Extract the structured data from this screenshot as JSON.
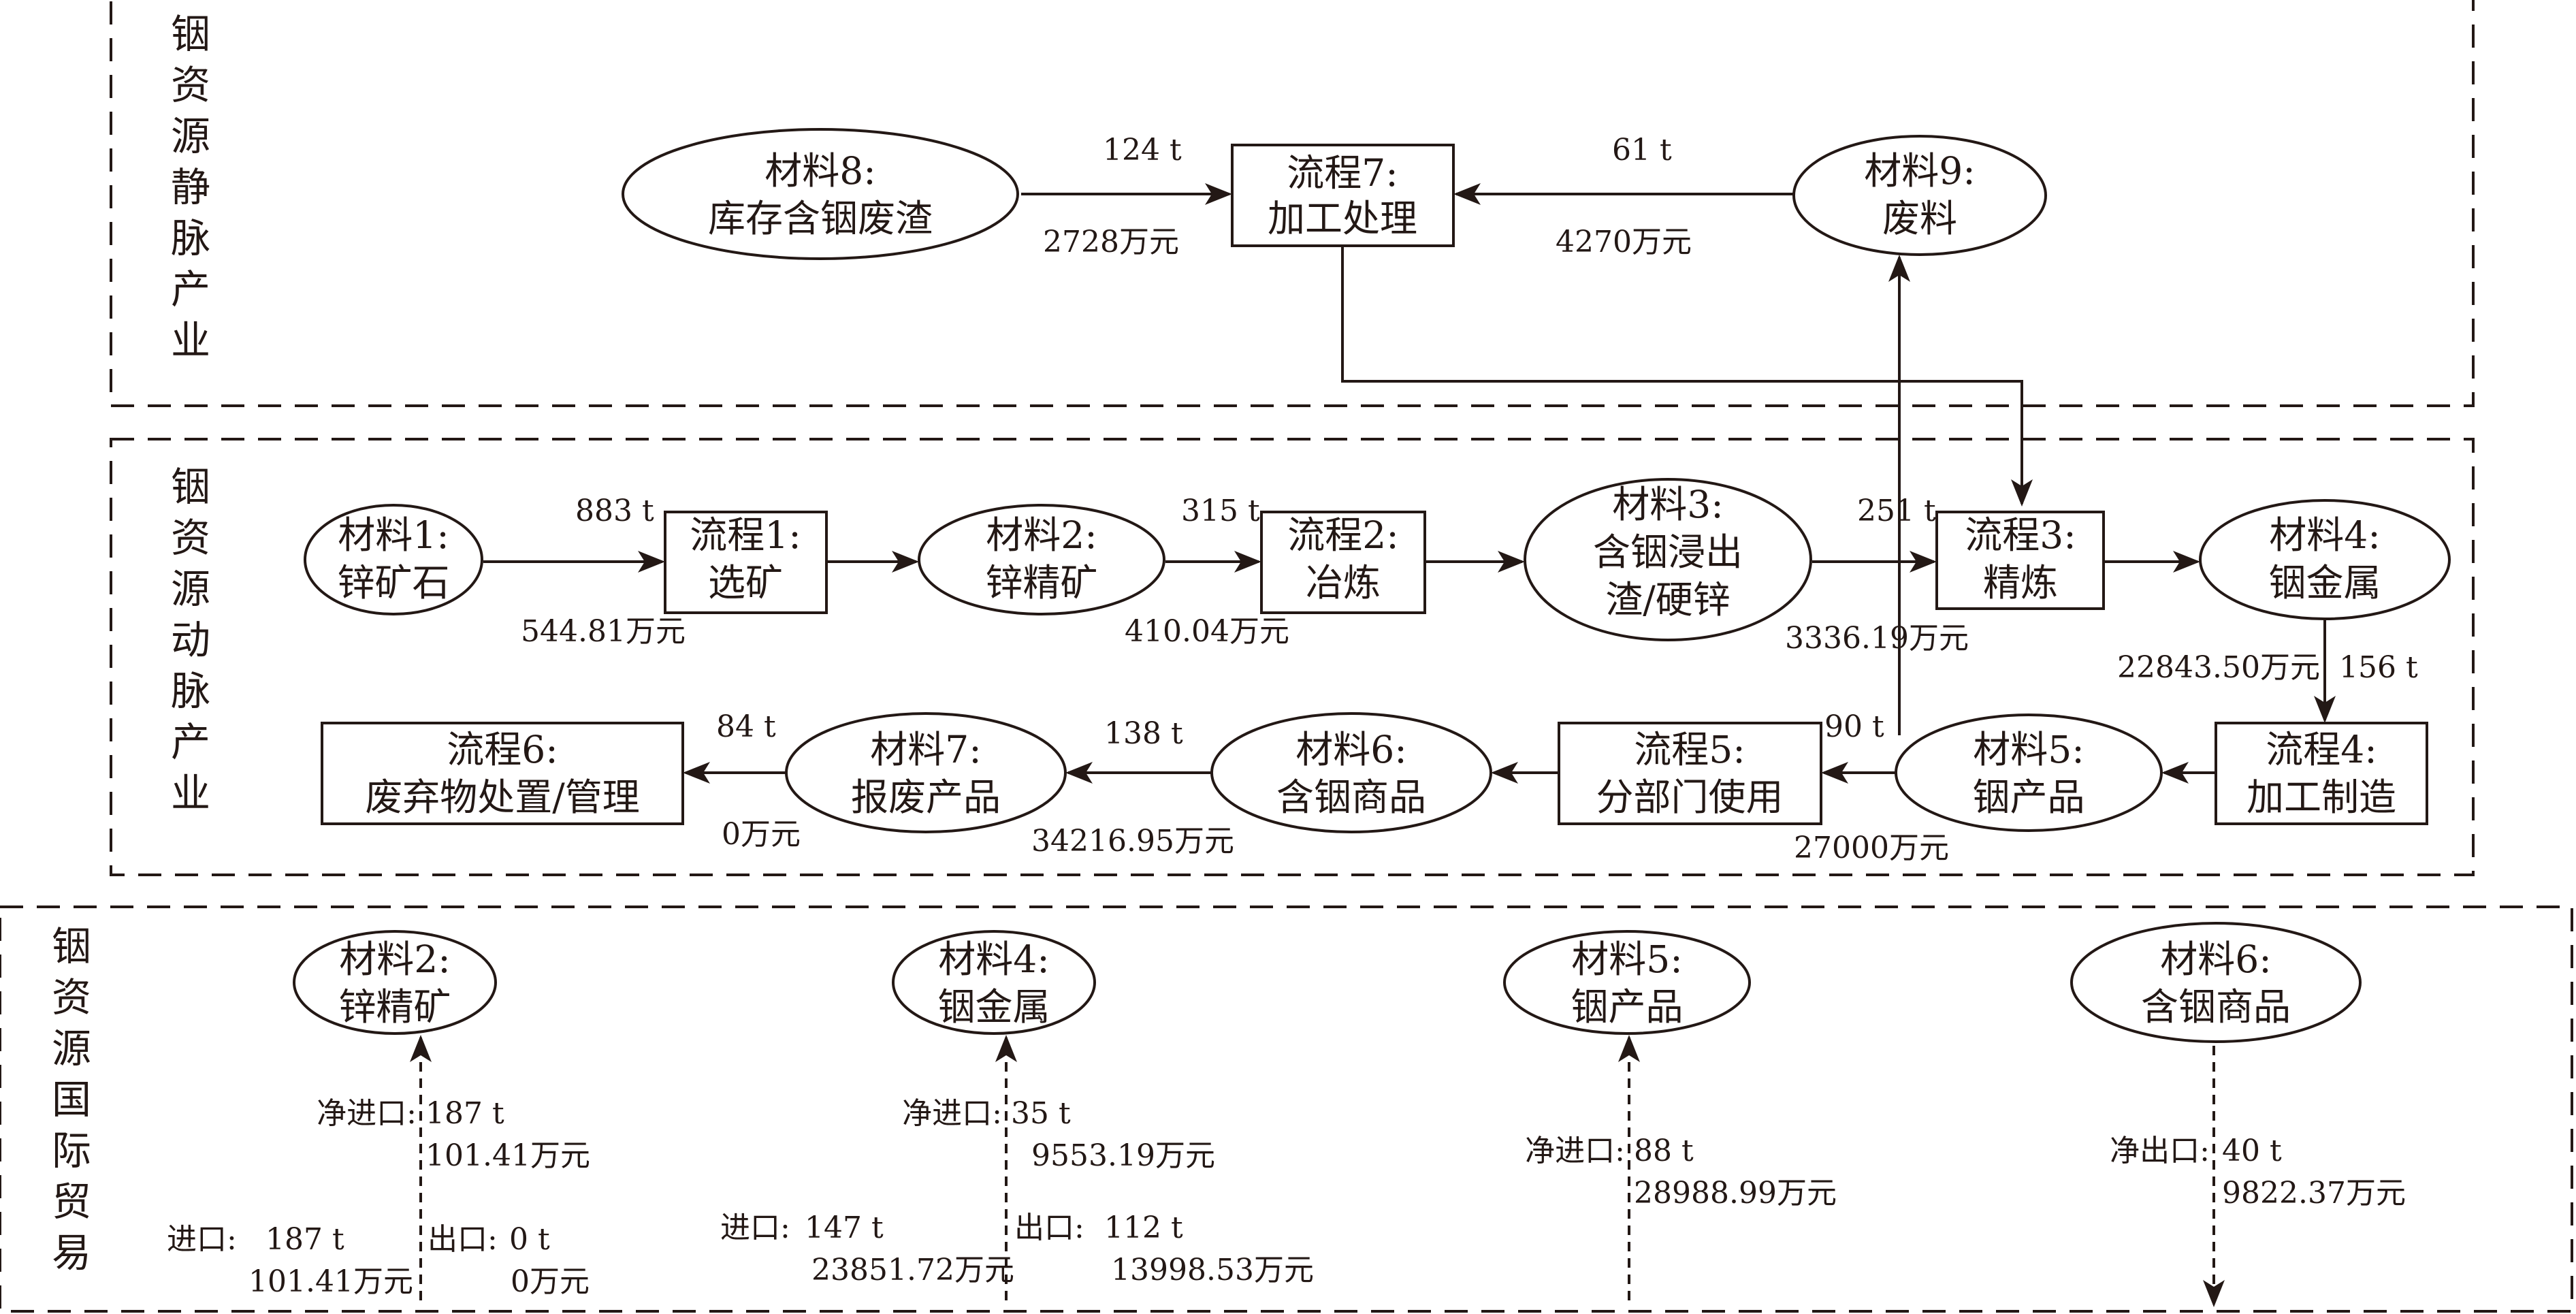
{
  "sections": {
    "static": {
      "label": "铟资源静脉产业"
    },
    "dynamic": {
      "label": "铟资源动脉产业"
    },
    "trade": {
      "label": "铟资源国际贸易"
    }
  },
  "nodes": {
    "m8": {
      "line1": "材料8:",
      "line2": "库存含铟废渣"
    },
    "p7": {
      "line1": "流程7:",
      "line2": "加工处理"
    },
    "m9": {
      "line1": "材料9:",
      "line2": "废料"
    },
    "m1": {
      "line1": "材料1:",
      "line2": "锌矿石"
    },
    "p1": {
      "line1": "流程1:",
      "line2": "选矿"
    },
    "m2": {
      "line1": "材料2:",
      "line2": "锌精矿"
    },
    "p2": {
      "line1": "流程2:",
      "line2": "冶炼"
    },
    "m3": {
      "line1": "材料3:",
      "line2": "含铟浸出",
      "line3": "渣/硬锌"
    },
    "p3": {
      "line1": "流程3:",
      "line2": "精炼"
    },
    "m4": {
      "line1": "材料4:",
      "line2": "铟金属"
    },
    "p4": {
      "line1": "流程4:",
      "line2": "加工制造"
    },
    "m5": {
      "line1": "材料5:",
      "line2": "铟产品"
    },
    "p5": {
      "line1": "流程5:",
      "line2": "分部门使用"
    },
    "m6": {
      "line1": "材料6:",
      "line2": "含铟商品"
    },
    "m7": {
      "line1": "材料7:",
      "line2": "报废产品"
    },
    "p6": {
      "line1": "流程6:",
      "line2": "废弃物处置/管理"
    },
    "t2": {
      "line1": "材料2:",
      "line2": "锌精矿"
    },
    "t4": {
      "line1": "材料4:",
      "line2": "铟金属"
    },
    "t5": {
      "line1": "材料5:",
      "line2": "铟产品"
    },
    "t6": {
      "line1": "材料6:",
      "line2": "含铟商品"
    }
  },
  "flows": {
    "m8_p7": {
      "mass": "124 t",
      "value": "2728万元"
    },
    "m9_p7": {
      "mass": "61 t",
      "value": "4270万元"
    },
    "m1_p1": {
      "mass": "883 t",
      "value": "544.81万元"
    },
    "m2_p2": {
      "mass": "315 t",
      "value": "410.04万元"
    },
    "m3_p3": {
      "mass": "251 t",
      "value": "3336.19万元"
    },
    "m4_p4": {
      "mass": "156 t",
      "value": "22843.50万元"
    },
    "m5_p5": {
      "mass": "90 t",
      "value": "27000万元"
    },
    "m6_m7": {
      "mass": "138 t",
      "value": "34216.95万元"
    },
    "m7_p6": {
      "mass": "84 t",
      "value": "0万元"
    }
  },
  "trade": {
    "t2": {
      "net_label": "净进口:",
      "net_mass": "187 t",
      "net_value": "101.41万元",
      "import_label": "进口:",
      "import_mass": "187 t",
      "import_value": "101.41万元",
      "export_label": "出口:",
      "export_mass": "0 t",
      "export_value": "0万元"
    },
    "t4": {
      "net_label": "净进口:",
      "net_mass": "35 t",
      "net_value": "9553.19万元",
      "import_label": "进口:",
      "import_mass": "147 t",
      "import_value": "23851.72万元",
      "export_label": "出口:",
      "export_mass": "112 t",
      "export_value": "13998.53万元"
    },
    "t5": {
      "net_label": "净进口:",
      "net_mass": "88 t",
      "net_value": "28988.99万元"
    },
    "t6": {
      "net_label": "净出口:",
      "net_mass": "40 t",
      "net_value": "9822.37万元"
    }
  },
  "colors": {
    "stroke": "#231815",
    "background": "#ffffff"
  }
}
